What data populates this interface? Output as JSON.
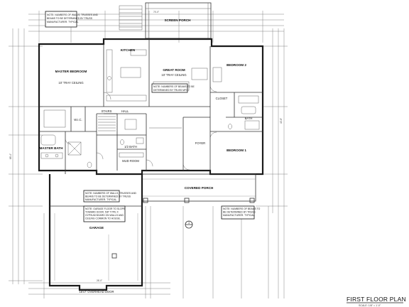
{
  "title": "FIRST FLOOR PLAN",
  "scale": "SCALE: 1/8\" = 1'-0\"",
  "rooms": {
    "screen_porch": "SCREEN PORCH",
    "kitchen": "KITCHEN",
    "master_bedroom": "MASTER BEDROOM",
    "great_room": "GREAT ROOM",
    "bedroom2": "BEDROOM 2",
    "bedroom1": "BEDROOM 1",
    "master_bath": "MASTER BATH",
    "stairs": "STAIRS",
    "hall": "HALL",
    "mud_room": "MUD ROOM",
    "half_bath": "1/2 BATH",
    "foyer": "FOYER",
    "covered_porch": "COVERED PORCH",
    "garage": "GARAGE",
    "closet": "CLOSET",
    "bath": "BATH",
    "wic": "W.I.C."
  },
  "notes": {
    "top_left": [
      "NOTE: NUMBERS OF WALLS, TRUSSES AND",
      "BEAMS TO BE DETERMINED BY TRUSS",
      "MANUFACTURER. TYPICAL."
    ],
    "great_room": [
      "NOTE: NUMBERS OF BEAMS TO BE",
      "DETERMINED BY TRUSS MFG."
    ],
    "garage_1": [
      "NOTE: NUMBERS OF WALLS, TRUSSES AND",
      "BEAMS TO BE DETERMINED BY TRUSS",
      "MANUFACTURER. TYPICAL."
    ],
    "garage_2": [
      "NOTE: GARAGE FLOOR TO SLOPE",
      "TOWARD DOOR. 5/8\" TYPE X",
      "GYPSUM BOARD ON WALLS AND",
      "CEILING COMMON TO HOUSE."
    ],
    "porch": [
      "NOTE: NUMBERS OF BEAMS TO",
      "BE DETERMINED BY TRUSS",
      "MANUFACTURER. TYPICAL."
    ]
  },
  "labels": {
    "master_bedroom_sub": "10' TRAY CEILING",
    "great_room_sub": "10' TRAY CEILING",
    "garage_door": "16'x7' OVERHEAD DOOR",
    "section_marker": "1"
  },
  "dimensions": {
    "top_1": "74'-0\"",
    "left_1": "68'-4\"",
    "right_1": "40'-8\"",
    "bottom_1": "26'-0\""
  }
}
